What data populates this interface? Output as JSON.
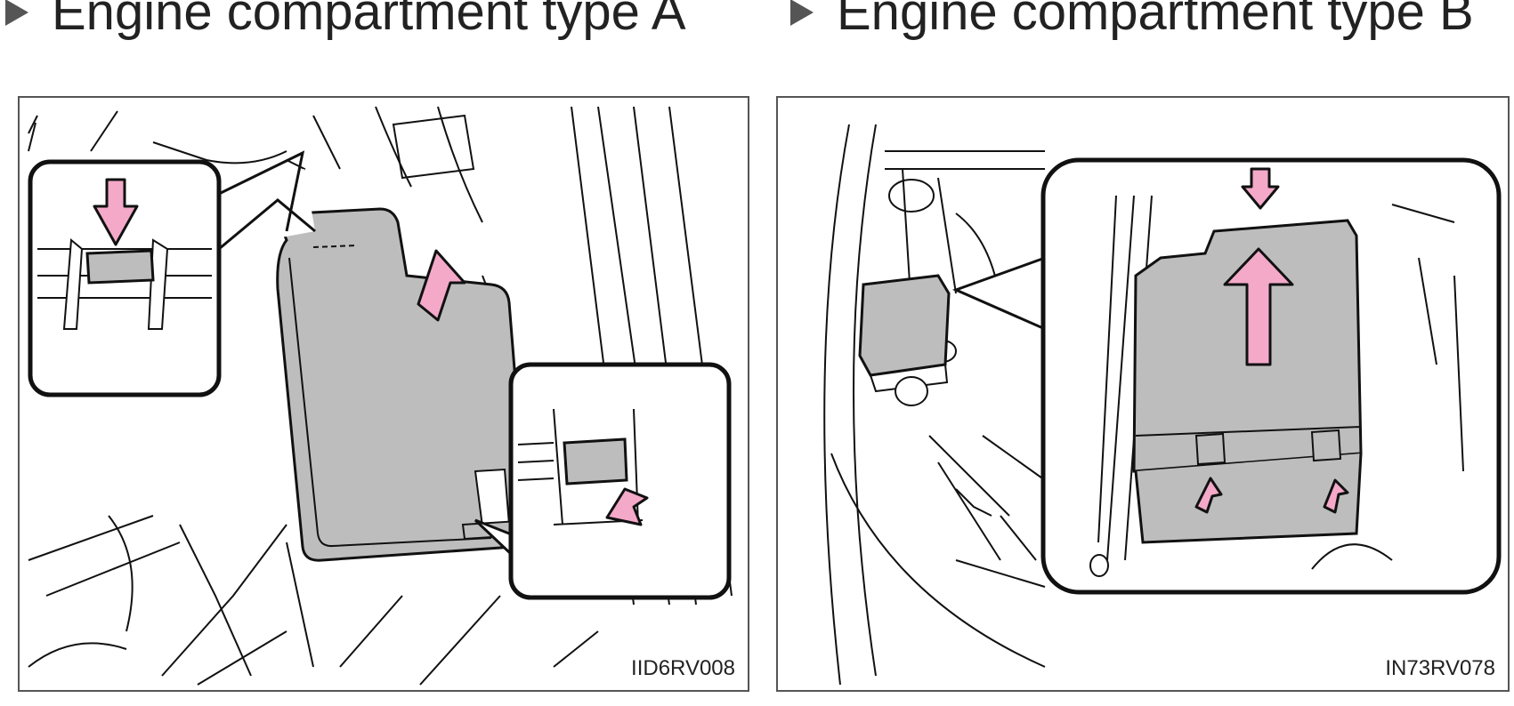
{
  "headings": {
    "type_a": "Engine compartment type A",
    "type_b": "Engine compartment type B"
  },
  "figures": {
    "a": {
      "code": "IID6RV008"
    },
    "b": {
      "code": "IN73RV078"
    }
  },
  "colors": {
    "arrow_fill": "#f4a9c9",
    "component_fill": "#bdbdbd",
    "outline": "#111111"
  },
  "icons": {
    "heading_marker": "right-triangle-icon",
    "arrow": "pink-arrow-icon"
  }
}
